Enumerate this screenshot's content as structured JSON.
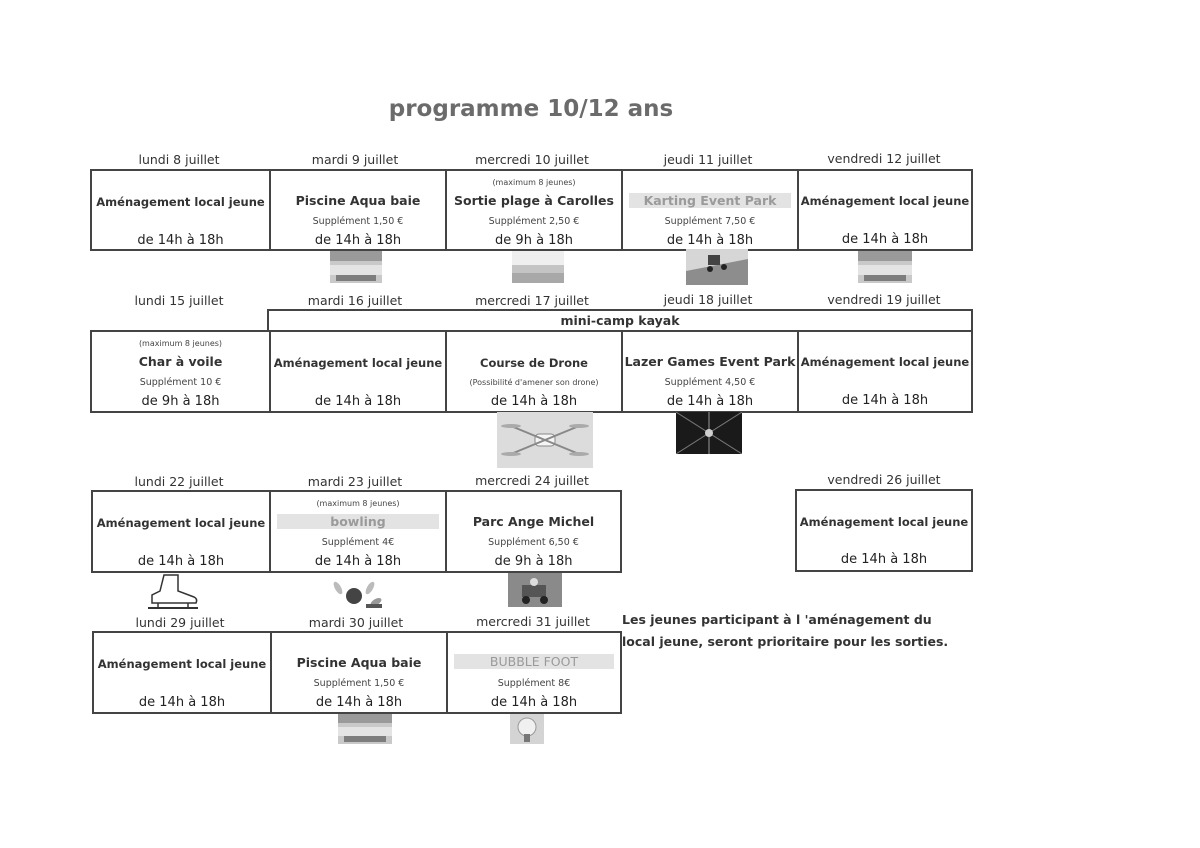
{
  "title": "programme 10/12 ans",
  "weeks": [
    {
      "days": [
        "lundi 8 juillet",
        "mardi 9 juillet",
        "mercredi 10 juillet",
        "jeudi 11 juillet",
        "vendredi 12 juillet"
      ],
      "cells": [
        {
          "activity": "Aménagement local jeune",
          "time": "de 14h à 18h"
        },
        {
          "activity": "Piscine Aqua baie",
          "supplement": "Supplément 1,50 €",
          "time": "de 14h à 18h"
        },
        {
          "note": "(maximum 8 jeunes)",
          "activity": "Sortie plage à Carolles",
          "supplement": "Supplément 2,50 €",
          "time": "de 9h à 18h"
        },
        {
          "activity": "Karting Event Park",
          "supplement": "Supplément 7,50 €",
          "time": "de 14h à 18h"
        },
        {
          "activity": "Aménagement local jeune",
          "time": "de 14h à 18h"
        }
      ]
    },
    {
      "days": [
        "lundi 15 juillet",
        "mardi 16 juillet",
        "mercredi 17 juillet",
        "jeudi 18 juillet",
        "vendredi 19 juillet"
      ],
      "banner": "mini-camp kayak",
      "cells": [
        {
          "note": "(maximum 8 jeunes)",
          "activity": "Char à voile",
          "supplement": "Supplément 10 €",
          "time": "de 9h à 18h"
        },
        {
          "activity": "Aménagement local jeune",
          "time": "de 14h à 18h"
        },
        {
          "activity": "Course de Drone",
          "note": "(Possibilité d'amener son drone)",
          "time": "de 14h à 18h"
        },
        {
          "activity": "Lazer Games Event Park",
          "supplement": "Supplément 4,50 €",
          "time": "de 14h à 18h"
        },
        {
          "activity": "Aménagement local jeune",
          "time": "de 14h à 18h"
        }
      ]
    },
    {
      "days": [
        "lundi 22 juillet",
        "mardi 23 juillet",
        "mercredi 24 juillet",
        "vendredi 26 juillet"
      ],
      "cells": [
        {
          "activity": "Aménagement local jeune",
          "time": "de 14h à 18h"
        },
        {
          "note": "(maximum 8 jeunes)",
          "activity": "bowling",
          "supplement": "Supplément 4€",
          "time": "de 14h à 18h"
        },
        {
          "activity": "Parc Ange Michel",
          "supplement": "Supplément 6,50 €",
          "time": "de 9h à 18h"
        },
        {
          "activity": "Aménagement local jeune",
          "time": "de 14h à 18h"
        }
      ]
    },
    {
      "days": [
        "lundi 29 juillet",
        "mardi 30 juillet",
        "mercredi 31 juillet"
      ],
      "cells": [
        {
          "activity": "Aménagement local jeune",
          "time": "de 14h à 18h"
        },
        {
          "activity": "Piscine Aqua baie",
          "supplement": "Supplément 1,50 €",
          "time": "de 14h à 18h"
        },
        {
          "activity": "BUBBLE FOOT",
          "supplement": "Supplément 8€",
          "time": "de 14h à 18h"
        }
      ]
    }
  ],
  "notice": {
    "line1": "Les jeunes participant  à l 'aménagement du",
    "line2": "local jeune, seront prioritaire pour les sorties."
  },
  "pictures": [
    "pool-photo",
    "beach-photo",
    "karting-photo",
    "pool-photo",
    "drone-photo",
    "lazer-photo",
    "ice-skate-icon",
    "bowling-icon",
    "go-kart-photo",
    "pool-photo",
    "bubble-foot-photo"
  ]
}
